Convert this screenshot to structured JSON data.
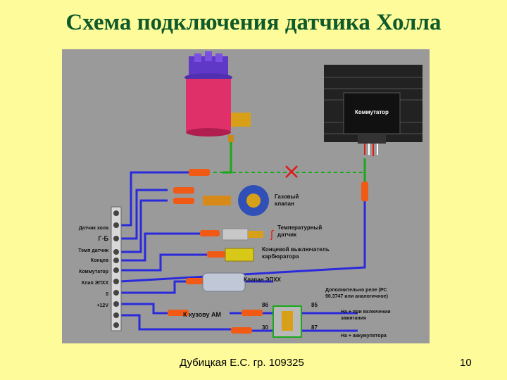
{
  "slide": {
    "title": "Схема подключения датчика Холла",
    "author": "Дубицкая Е.С. гр. 109325",
    "page_number": "10"
  },
  "diagram": {
    "commutator_label": "Коммутатор",
    "terminal_labels": [
      "Датчик хола",
      "Г-Б",
      "Темп датчик",
      "Концев",
      "Коммутатор",
      "Клап ЭПХХ",
      "0",
      "+12V"
    ],
    "gas_valve": "Газовый\nклапан",
    "temp_sensor": "Температурный\nдатчик",
    "limit_switch": "Концевой выключатель\nкарбюратора",
    "epxx_valve": "Клапан ЭПХХ",
    "relay_note": "Дополнительно реле (РС\n90.3747 или аналогичное)",
    "ground": "К кузову АМ",
    "pin_86": "86",
    "pin_85": "85",
    "pin_30": "30",
    "pin_87": "87",
    "to_plus_ignition": "На + при включении\nзажигания",
    "to_plus_battery": "На + аккумулятора",
    "colors": {
      "wire_blue": "#2a2adc",
      "wire_green": "#18a81a",
      "connector_orange": "#f05a14",
      "background_gray": "#9a9a9a",
      "title_green": "#0f5a2a",
      "slide_yellow": "#fdfb9a"
    }
  }
}
